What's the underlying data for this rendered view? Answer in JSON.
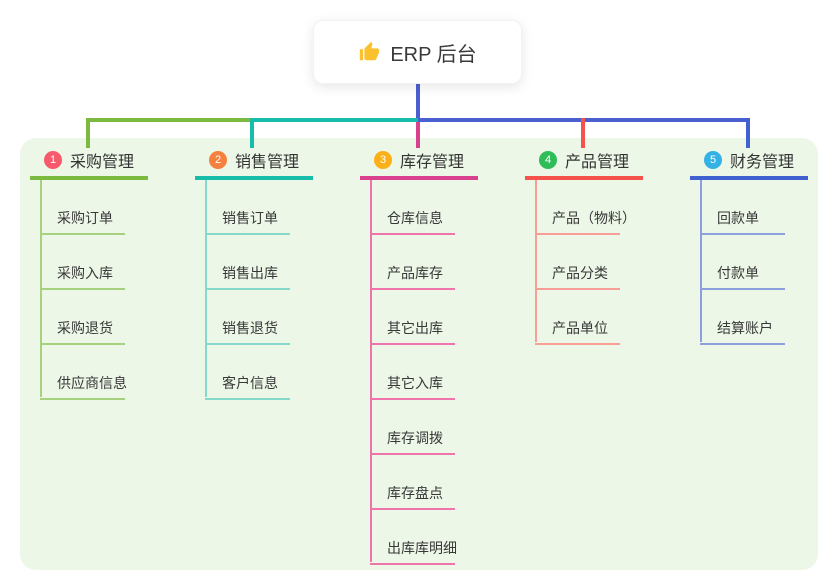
{
  "root": {
    "label": "ERP 后台",
    "icon": "thumbs-up-icon"
  },
  "colors": {
    "stem_blue": "#4a5fd0",
    "panel_bg": "#edf7e8",
    "thumb_yellow": "#fbc02d"
  },
  "branches": [
    {
      "index": "1",
      "label": "采购管理",
      "badge_color": "#f75b6b",
      "line_color": "#7cba3f",
      "child_line_color": "#a6d17d",
      "children": [
        "采购订单",
        "采购入库",
        "采购退货",
        "供应商信息"
      ]
    },
    {
      "index": "2",
      "label": "销售管理",
      "badge_color": "#f5813f",
      "line_color": "#17bda8",
      "child_line_color": "#84d9cb",
      "children": [
        "销售订单",
        "销售出库",
        "销售退货",
        "客户信息"
      ]
    },
    {
      "index": "3",
      "label": "库存管理",
      "badge_color": "#fbb017",
      "line_color": "#d9418f",
      "child_line_color": "#ee74ab",
      "children": [
        "仓库信息",
        "产品库存",
        "其它出库",
        "其它入库",
        "库存调拨",
        "库存盘点",
        "出库库明细"
      ]
    },
    {
      "index": "4",
      "label": "产品管理",
      "badge_color": "#2ebd59",
      "line_color": "#f4534b",
      "child_line_color": "#f89e97",
      "children": [
        "产品（物料）",
        "产品分类",
        "产品单位"
      ]
    },
    {
      "index": "5",
      "label": "财务管理",
      "badge_color": "#35b2e5",
      "line_color": "#4161d0",
      "child_line_color": "#8ca0df",
      "children": [
        "回款单",
        "付款单",
        "结算账户"
      ]
    }
  ]
}
